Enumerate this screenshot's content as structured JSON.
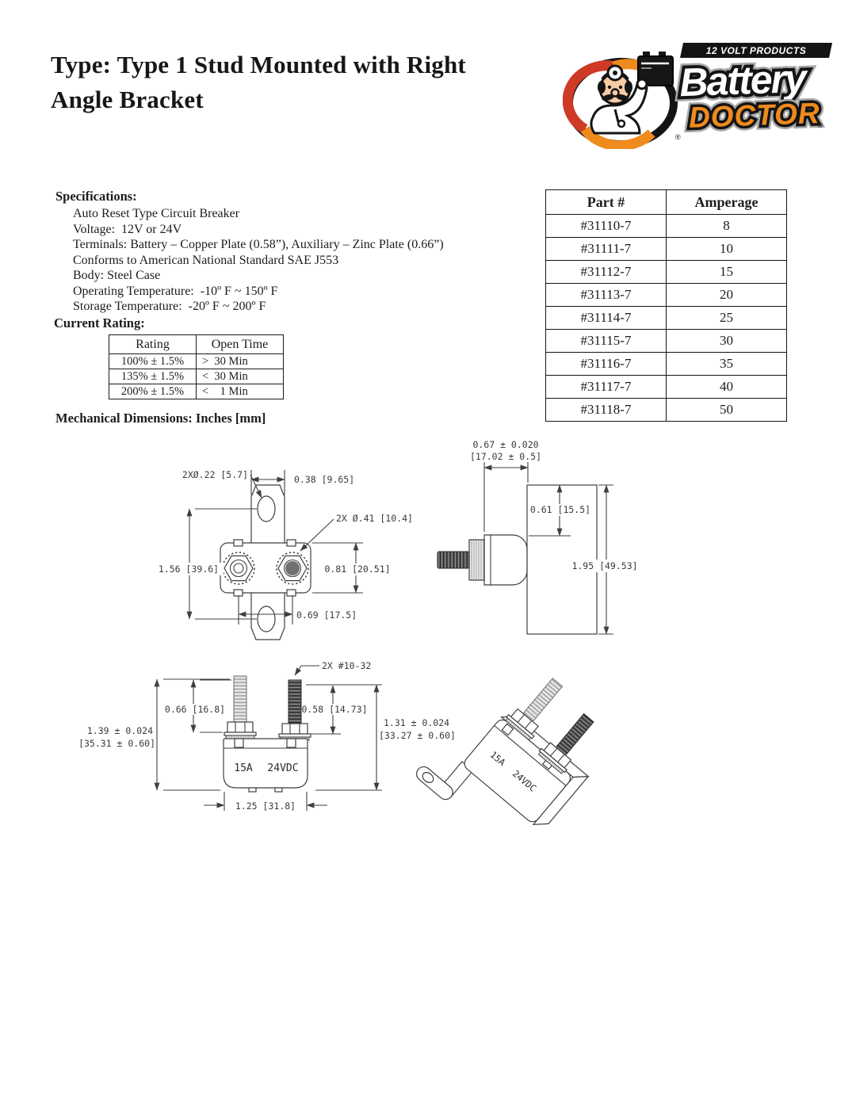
{
  "header": {
    "title_line1": "Type: Type 1 Stud Mounted with Right",
    "title_line2": "Angle Bracket"
  },
  "logo": {
    "tagline": "12 VOLT PRODUCTS",
    "brand_top": "Battery",
    "brand_bottom": "DOCTOR",
    "registered": "®",
    "colors": {
      "orange": "#EF8A1D",
      "red": "#CE3A26",
      "black": "#141414"
    }
  },
  "specs": {
    "heading": "Specifications:",
    "items": [
      "Auto Reset Type Circuit Breaker",
      "Voltage:  12V or 24V",
      "Terminals: Battery – Copper Plate (0.58”), Auxiliary – Zinc Plate (0.66”)",
      "Conforms to American National Standard SAE J553",
      "Body: Steel Case",
      "Operating Temperature:  -10º F ~ 150º F",
      "Storage Temperature:  -20º F ~ 200º F"
    ]
  },
  "current_rating": {
    "heading": "Current Rating:",
    "columns": [
      "Rating",
      "Open Time"
    ],
    "rows": [
      [
        "100% ± 1.5%",
        ">  30 Min"
      ],
      [
        "135% ± 1.5%",
        "<  30 Min"
      ],
      [
        "200% ± 1.5%",
        "<    1 Min"
      ]
    ]
  },
  "parts": {
    "columns": [
      "Part #",
      "Amperage"
    ],
    "rows": [
      [
        "#31110-7",
        "8"
      ],
      [
        "#31111-7",
        "10"
      ],
      [
        "#31112-7",
        "15"
      ],
      [
        "#31113-7",
        "20"
      ],
      [
        "#31114-7",
        "25"
      ],
      [
        "#31115-7",
        "30"
      ],
      [
        "#31116-7",
        "35"
      ],
      [
        "#31117-7",
        "40"
      ],
      [
        "#31118-7",
        "50"
      ]
    ]
  },
  "mech": {
    "heading": "Mechanical Dimensions:  Inches [mm]",
    "top_view": {
      "hole_dia": "2XØ.22 [5.7]",
      "tab_width": "0.38 [9.65]",
      "terminal_dia": "2X Ø.41 [10.4]",
      "hole_spacing": "1.56 [39.6]",
      "body_height": "0.81  [20.51]",
      "terminal_spacing": "0.69 [17.5]"
    },
    "side_view": {
      "depth_in": "0.67 ± 0.020",
      "depth_mm": "[17.02 ± 0.5]",
      "offset": "0.61 [15.5]",
      "height": "1.95 [49.53]"
    },
    "front_view": {
      "thread": "2X #10-32",
      "stud_left": "0.66 [16.8]",
      "stud_right": "0.58 [14.73]",
      "height_left_in": "1.39 ± 0.024",
      "height_left_mm": "[35.31 ± 0.60]",
      "height_right_in": "1.31 ± 0.024",
      "height_right_mm": "[33.27 ± 0.60]",
      "marking_amp": "15A",
      "marking_volt": "24VDC",
      "width": "1.25 [31.8]"
    },
    "iso_view": {
      "marking_amp": "15A",
      "marking_volt": "24VDC"
    }
  }
}
